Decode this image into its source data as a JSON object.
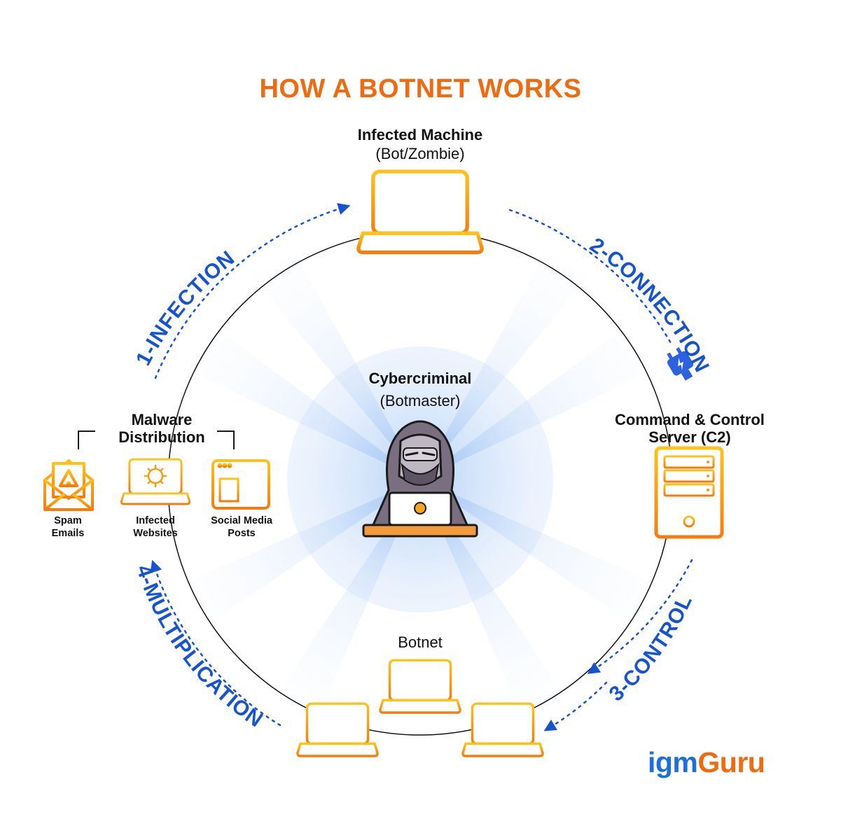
{
  "title": "HOW A BOTNET WORKS",
  "nodes": {
    "infected_machine": {
      "title": "Infected Machine",
      "subtitle": "(Bot/Zombie)"
    },
    "cybercriminal": {
      "title": "Cybercriminal",
      "subtitle": "(Botmaster)"
    },
    "c2_server": {
      "title_line1": "Command & Control",
      "title_line2": "Server (C2)"
    },
    "botnet": {
      "title": "Botnet"
    },
    "malware_distribution": {
      "title_line1": "Malware",
      "title_line2": "Distribution",
      "items": [
        {
          "line1": "Spam",
          "line2": "Emails",
          "icon": "envelope-warning-icon"
        },
        {
          "line1": "Infected",
          "line2": "Websites",
          "icon": "laptop-virus-icon"
        },
        {
          "line1": "Social Media",
          "line2": "Posts",
          "icon": "browser-window-icon"
        }
      ]
    }
  },
  "steps": [
    {
      "label": "1-INFECTION"
    },
    {
      "label": "2-CONNECTION"
    },
    {
      "label": "3-CONTROL"
    },
    {
      "label": "4-MULTIPLICATION"
    }
  ],
  "brand": {
    "part1": "igm",
    "part2": "Guru",
    "color1": "#1d6fe0",
    "color2": "#f06a0f"
  },
  "colors": {
    "accent": "#f06a0f",
    "icon_stroke": "#f5a010",
    "arrow": "#1553d0",
    "ring": "#111111"
  }
}
